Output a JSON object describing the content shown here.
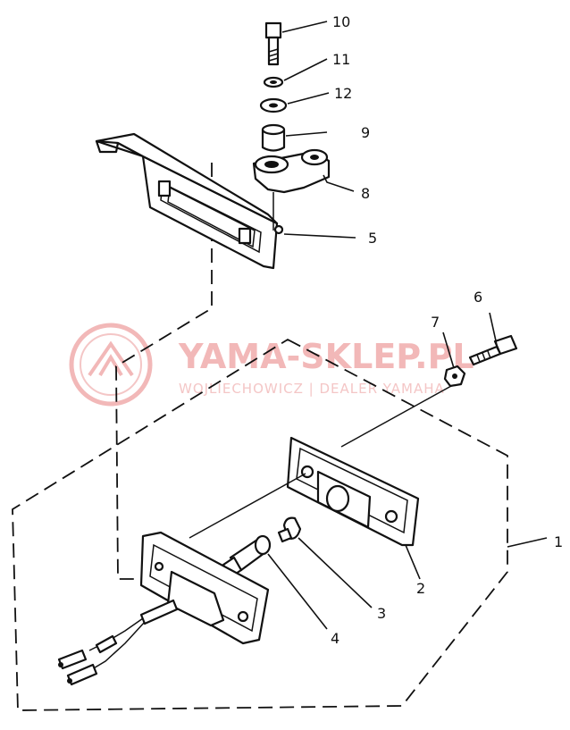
{
  "watermark": {
    "title": "YAMA-SKLEP.PL",
    "subtitle": "WOJLIECHOWICZ | DEALER YAMAHA",
    "logo_icon": "yamaha-emblem-icon",
    "color": "#f2b8b8"
  },
  "callouts": {
    "c1": "1",
    "c2": "2",
    "c3": "3",
    "c4": "4",
    "c5": "5",
    "c6": "6",
    "c7": "7",
    "c8": "8",
    "c9": "9",
    "c10": "10",
    "c11": "11",
    "c12": "12"
  }
}
